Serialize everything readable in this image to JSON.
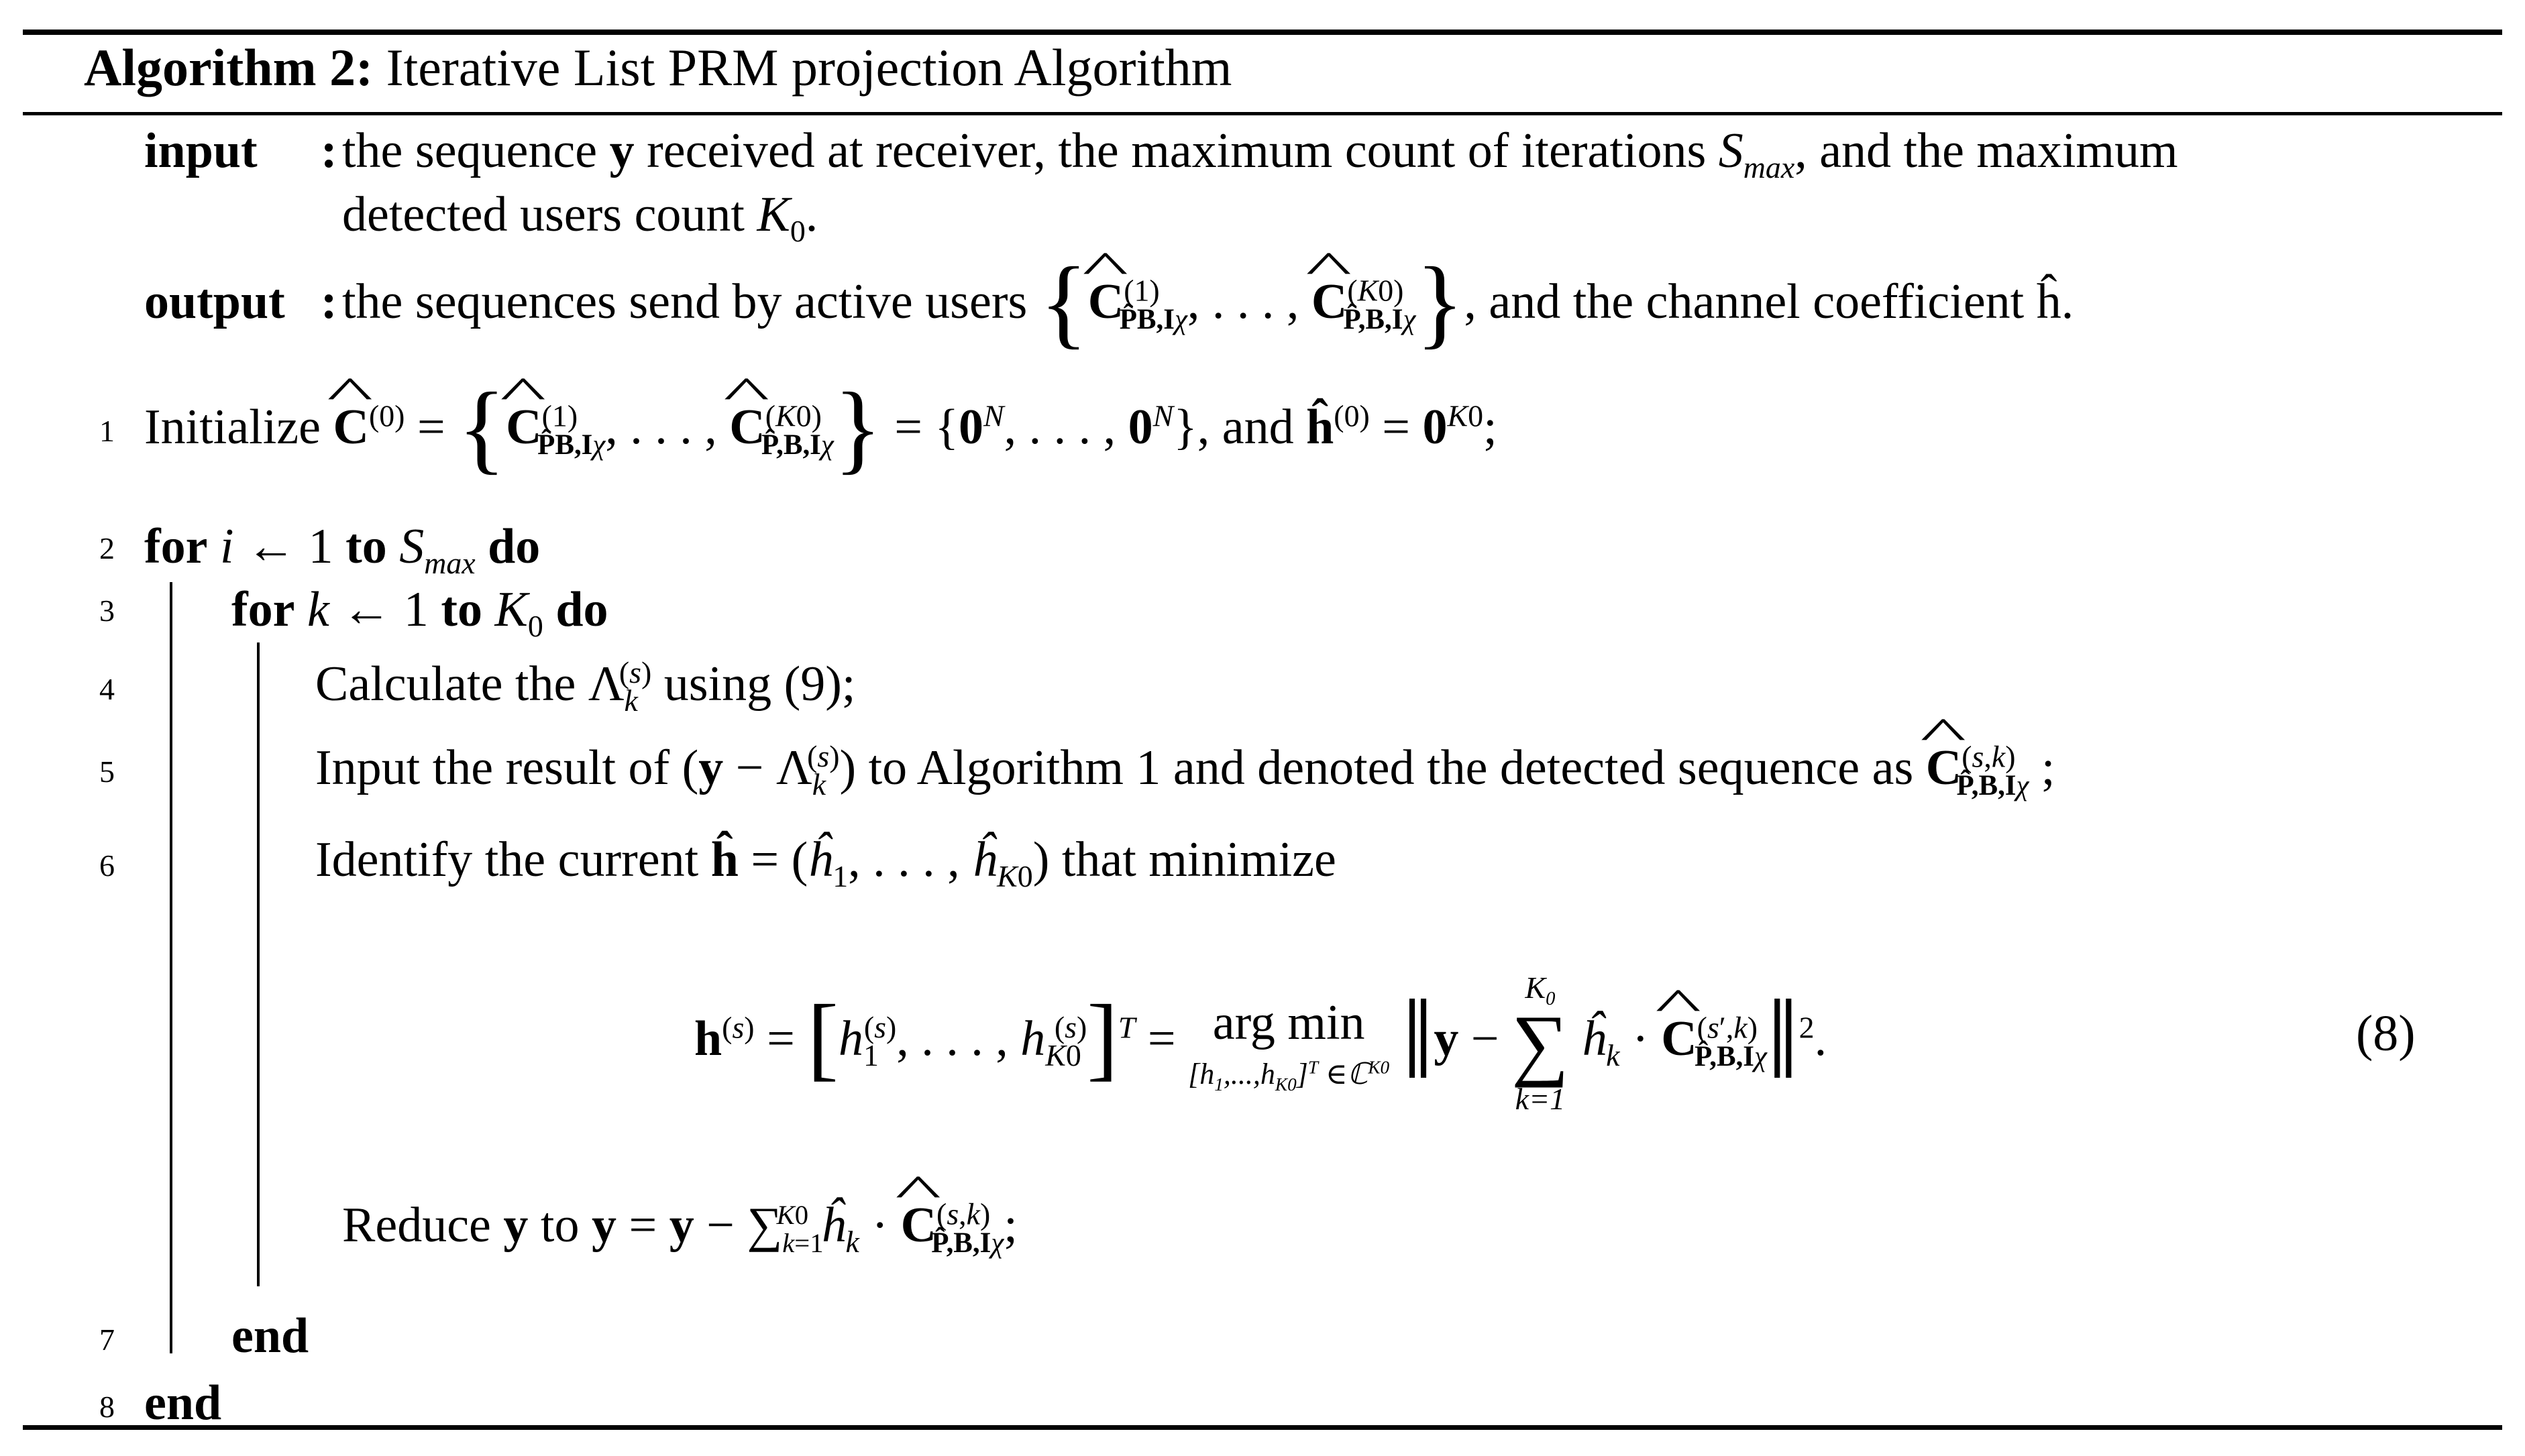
{
  "algorithm": {
    "title_bold": "Algorithm 2:",
    "title_text": "Iterative List PRM projection Algorithm"
  },
  "io": {
    "input_label": "input",
    "input_line1": "the sequence y received at receiver, the maximum count of iterations S_max, and the maximum",
    "input_line2": "detected users count K_0.",
    "output_label": "output",
    "output_prefix": "the sequences send by active users",
    "output_suffix": ", and the channel coefficient ĥ."
  },
  "lines": [
    {
      "num": "1",
      "text": "Initialize"
    },
    {
      "num": "2",
      "text": "for i ← 1 to S_max do"
    },
    {
      "num": "3",
      "text": "for k ← 1 to K_0 do"
    },
    {
      "num": "4",
      "text": "Calculate the Λ_k^(s) using (9);"
    },
    {
      "num": "5",
      "text": "Input the result of (y − Λ_k^(s)) to Algorithm 1 and denoted the detected sequence as"
    },
    {
      "num": "6",
      "text": "Identify the current ĥ = (ĥ_1, . . . , ĥ_K0) that minimize"
    },
    {
      "num": "7",
      "text": "end"
    },
    {
      "num": "8",
      "text": "end"
    }
  ],
  "reduce_line": "Reduce y to y = y − Σ ĥ_k · C;",
  "equation_number": "(8)",
  "keywords": {
    "for": "for",
    "to": "to",
    "do": "do",
    "end": "end"
  }
}
